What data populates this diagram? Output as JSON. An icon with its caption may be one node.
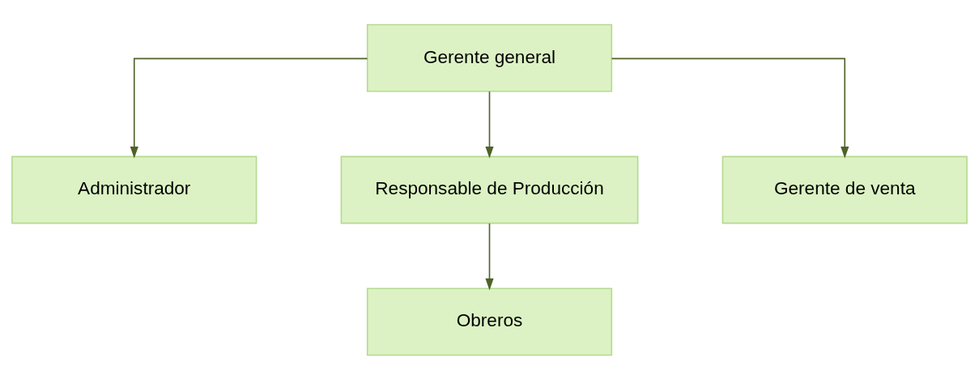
{
  "diagram": {
    "nodes": [
      {
        "text": [
          "Gerente general"
        ]
      },
      {
        "text": [
          "Administrador"
        ]
      },
      {
        "text": [
          "Responsable de Producción"
        ]
      },
      {
        "text": [
          "Gerente de venta"
        ]
      },
      {
        "text": [
          "Obreros"
        ]
      }
    ],
    "edges": [
      {
        "from": 0,
        "to": 1,
        "arrow": "to"
      },
      {
        "from": 0,
        "to": 2,
        "arrow": "to"
      },
      {
        "from": 0,
        "to": 3,
        "arrow": "to"
      },
      {
        "from": 2,
        "to": 4,
        "arrow": "to"
      }
    ]
  }
}
